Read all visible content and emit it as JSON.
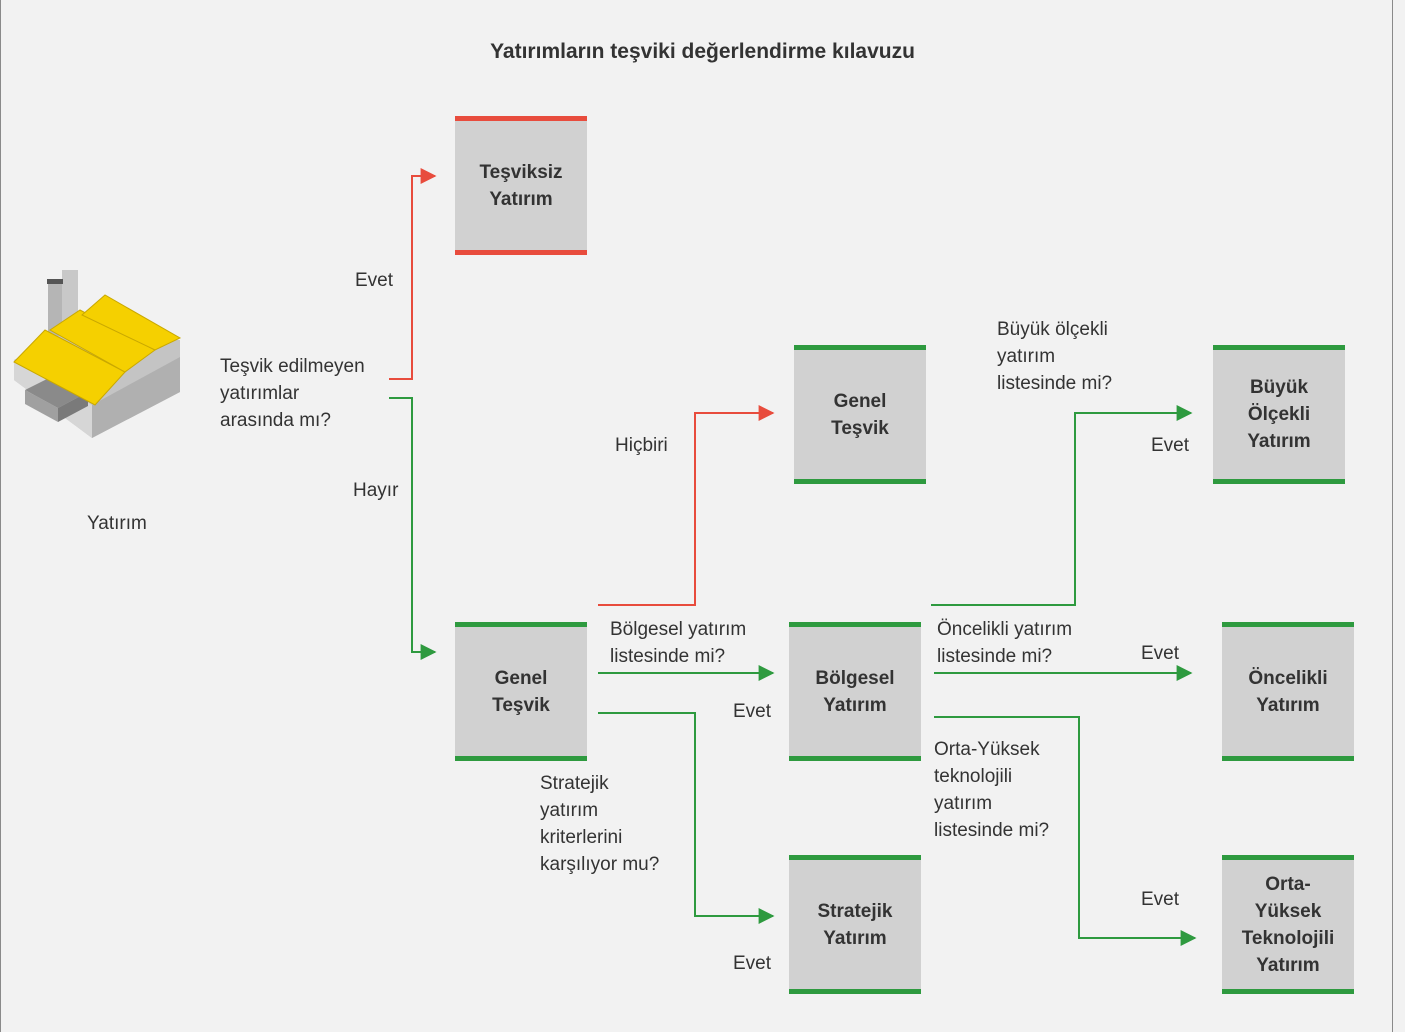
{
  "title": "Yatırımların teşviki değerlendirme kılavuzu",
  "colors": {
    "red": "#e84c3d",
    "green": "#2e9a3f",
    "box": "#d1d1d1",
    "text": "#333333"
  },
  "start": {
    "icon": "factory-icon",
    "label": "Yatırım"
  },
  "boxes": {
    "tesviksiz": "Teşviksiz\nYatırım",
    "genel_top": "Genel\nTeşvik",
    "genel_main": "Genel\nTeşvik",
    "bolgesel": "Bölgesel\nYatırım",
    "stratejik": "Stratejik\nYatırım",
    "buyuk": "Büyük\nÖlçekli\nYatırım",
    "oncelikli": "Öncelikli\nYatırım",
    "orta_yuksek": "Orta-\nYüksek\nTeknolojili\nYatırım"
  },
  "labels": {
    "q_tesvik": "Teşvik edilmeyen\nyatırımlar\narasında mı?",
    "evet_top": "Evet",
    "hayir": "Hayır",
    "hicbiri": "Hiçbiri",
    "q_bolgesel": "Bölgesel yatırım\nlistesinde mi?",
    "evet_bolgesel": "Evet",
    "q_stratejik": "Stratejik\nyatırım\nkriterlerini\nkarşılıyor mu?",
    "evet_stratejik": "Evet",
    "q_buyuk": "Büyük ölçekli\nyatırım\nlistesinde mi?",
    "evet_buyuk": "Evet",
    "q_oncelikli": "Öncelikli yatırım\nlistesinde mi?",
    "evet_oncelikli": "Evet",
    "q_orta": "Orta-Yüksek\nteknolojili\nyatırım\nlistesinde mi?",
    "evet_orta": "Evet"
  }
}
